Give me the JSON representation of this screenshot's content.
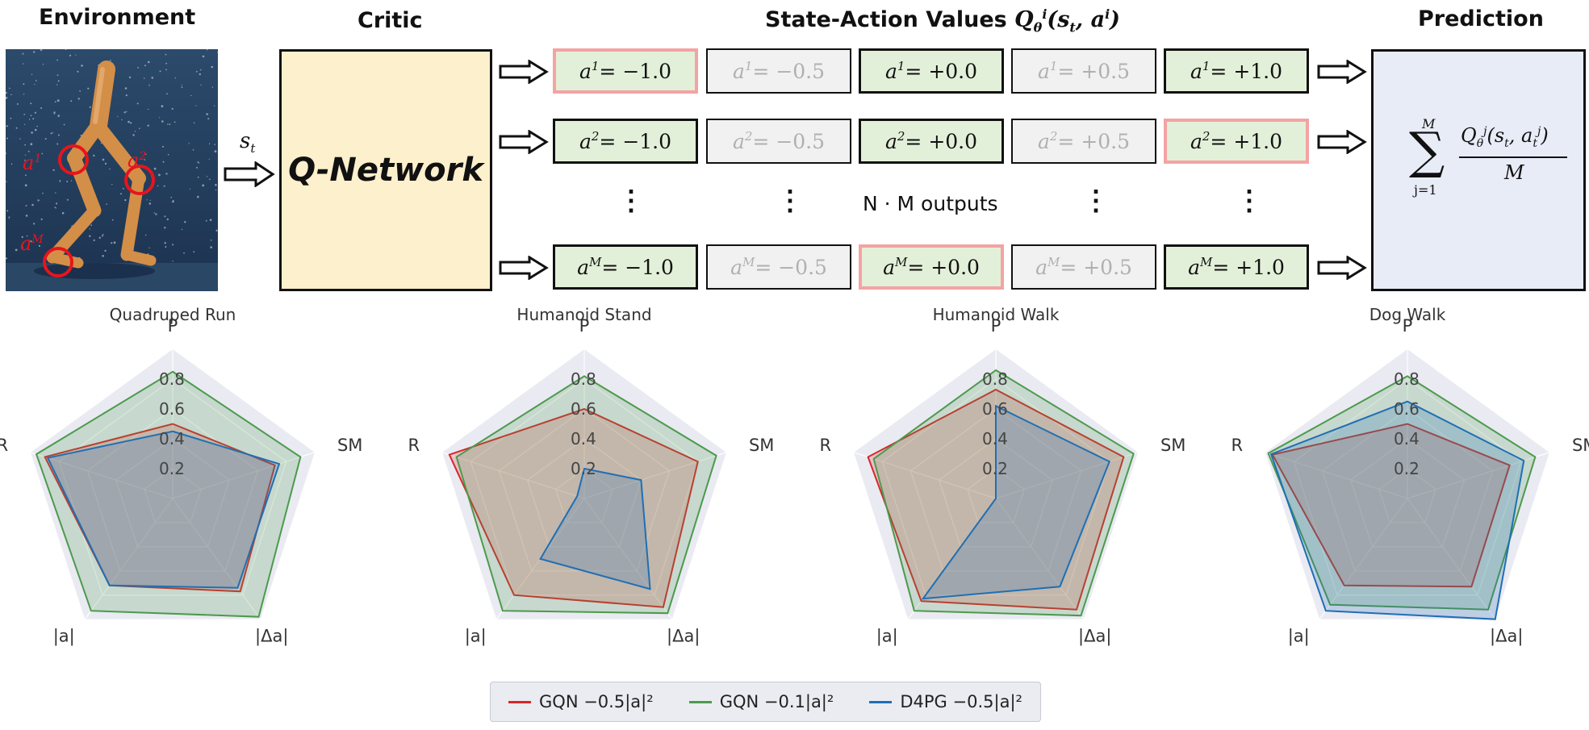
{
  "headings": {
    "environment": "Environment",
    "critic": "Critic",
    "values": "State-Action Values ",
    "values_math": "Q",
    "values_args": "(s",
    "prediction": "Prediction"
  },
  "state_label": "s",
  "qnetwork_label": "Q-Network",
  "outputs_label": "N · M outputs",
  "env_labels": [
    "a",
    "a",
    "a"
  ],
  "env_label_sups": [
    "1",
    "2",
    "M"
  ],
  "grid": {
    "values": [
      "−1.0",
      "−0.5",
      "+0.0",
      "+0.5",
      "+1.0"
    ],
    "rows": [
      {
        "sup": "1",
        "highlight": 0
      },
      {
        "sup": "2",
        "highlight": 4
      },
      {
        "sup": "M",
        "highlight": 2
      }
    ]
  },
  "formula": {
    "sum": "∑",
    "upper": "M",
    "lower": "j=1",
    "numerator": "Q",
    "denominator": "M"
  },
  "colors": {
    "gqn_05": "#d62728",
    "gqn_01": "#4c9a4c",
    "d4pg": "#1f6fb4",
    "qnet_bg": "#fdf0cc",
    "active_cell": "#e3f0d9",
    "highlight_border": "#f4a3a3",
    "prediction_bg": "#e8ecf7"
  },
  "legend": [
    {
      "label": "GQN −0.5|a|²",
      "color": "#d62728"
    },
    {
      "label": "GQN −0.1|a|²",
      "color": "#4c9a4c"
    },
    {
      "label": "D4PG −0.5|a|²",
      "color": "#1f6fb4"
    }
  ],
  "chart_data": [
    {
      "type": "radar",
      "title": "Quadruped Run",
      "axes": [
        "P",
        "SM",
        "|Δa|",
        "|a|",
        "R"
      ],
      "rticks": [
        "0.2",
        "0.4",
        "0.6",
        "0.8"
      ],
      "rlim": [
        0,
        1
      ],
      "series": [
        {
          "name": "GQN −0.5|a|²",
          "values": [
            0.5,
            0.72,
            0.77,
            0.72,
            0.9
          ]
        },
        {
          "name": "GQN −0.1|a|²",
          "values": [
            0.85,
            0.9,
            0.98,
            0.93,
            0.96
          ]
        },
        {
          "name": "D4PG −0.5|a|²",
          "values": [
            0.45,
            0.75,
            0.74,
            0.72,
            0.88
          ]
        }
      ]
    },
    {
      "type": "radar",
      "title": "Humanoid Stand",
      "axes": [
        "P",
        "SM",
        "|Δa|",
        "|a|",
        "R"
      ],
      "rticks": [
        "0.2",
        "0.4",
        "0.6",
        "0.8"
      ],
      "rlim": [
        0,
        1
      ],
      "series": [
        {
          "name": "GQN −0.5|a|²",
          "values": [
            0.6,
            0.8,
            0.9,
            0.8,
            0.95
          ]
        },
        {
          "name": "GQN −0.1|a|²",
          "values": [
            0.82,
            0.93,
            0.95,
            0.93,
            0.9
          ]
        },
        {
          "name": "D4PG −0.5|a|²",
          "values": [
            0.2,
            0.4,
            0.75,
            0.5,
            0.05
          ]
        }
      ]
    },
    {
      "type": "radar",
      "title": "Humanoid Walk",
      "axes": [
        "P",
        "SM",
        "|Δa|",
        "|a|",
        "R"
      ],
      "rticks": [
        "0.2",
        "0.4",
        "0.6",
        "0.8"
      ],
      "rlim": [
        0,
        1
      ],
      "series": [
        {
          "name": "GQN −0.5|a|²",
          "values": [
            0.73,
            0.9,
            0.92,
            0.85,
            0.9
          ]
        },
        {
          "name": "GQN −0.1|a|²",
          "values": [
            0.86,
            0.97,
            0.97,
            0.93,
            0.86
          ]
        },
        {
          "name": "D4PG −0.5|a|²",
          "values": [
            0.62,
            0.8,
            0.73,
            0.83,
            0.0
          ]
        }
      ]
    },
    {
      "type": "radar",
      "title": "Dog Walk",
      "axes": [
        "P",
        "SM",
        "|Δa|",
        "|a|",
        "R"
      ],
      "rticks": [
        "0.2",
        "0.4",
        "0.6",
        "0.8"
      ],
      "rlim": [
        0,
        1
      ],
      "series": [
        {
          "name": "GQN −0.5|a|²",
          "values": [
            0.5,
            0.72,
            0.73,
            0.72,
            0.95
          ]
        },
        {
          "name": "GQN −0.1|a|²",
          "values": [
            0.82,
            0.9,
            0.92,
            0.88,
            0.98
          ]
        },
        {
          "name": "D4PG −0.5|a|²",
          "values": [
            0.65,
            0.82,
            1.0,
            0.93,
            0.96
          ]
        }
      ]
    }
  ]
}
